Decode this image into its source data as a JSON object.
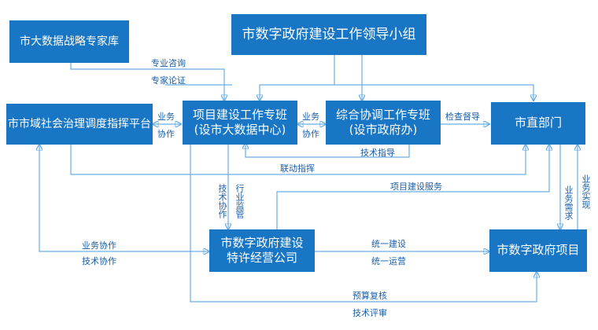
{
  "nodes": {
    "expert_lib": "市大数据战略专家库",
    "leading_group": "市数字政府建设工作领导小组",
    "city_platform": "市市域社会治理调度指挥平台",
    "project_team_line1": "项目建设工作专班",
    "project_team_line2": "(设市大数据中心)",
    "coord_team_line1": "综合协调工作专班",
    "coord_team_line2": "(设市政府办)",
    "city_depts": "市直部门",
    "company_line1": "市数字政府建设",
    "company_line2": "特许经营公司",
    "gov_project": "市数字政府项目"
  },
  "labels": {
    "consult": "专业咨询",
    "demonstrate": "专家论证",
    "biz": "业务",
    "collab": "协作",
    "biz2": "业务",
    "collab2": "协作",
    "supervise": "检查督导",
    "tech_guide": "技术指导",
    "linkage": "联动指挥",
    "build_service": "项目建设服务",
    "tech_collab": "技术协作",
    "industry_supervise": "行业监管",
    "biz_need": "业务需求",
    "biz_realize": "业务实现",
    "biz_collab": "业务协作",
    "tech_collab2": "技术协作",
    "unified_build": "统一建设",
    "unified_ops": "统一运营",
    "budget_review": "预算复核",
    "tech_review": "技术评审"
  },
  "colors": {
    "box": "#1976c4",
    "line": "#6aaee6",
    "label": "#1a5ea8"
  }
}
